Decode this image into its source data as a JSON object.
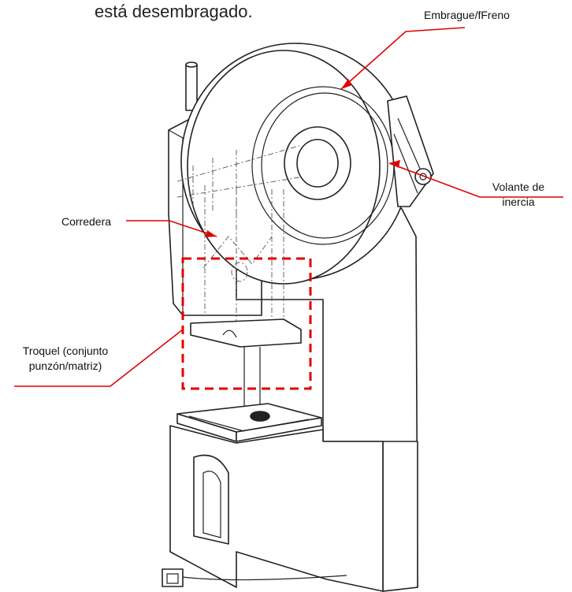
{
  "caption": {
    "text": "está desembragado."
  },
  "labels": {
    "embrague": "Embrague/fFreno",
    "volante_line1": "Volante de",
    "volante_line2": "inercia",
    "corredera": "Corredera",
    "troquel_line1": "Troquel (conjunto",
    "troquel_line2": "punzón/matriz)"
  },
  "colors": {
    "leader": "#e00000",
    "line_art": "#222222",
    "background": "#ffffff"
  }
}
